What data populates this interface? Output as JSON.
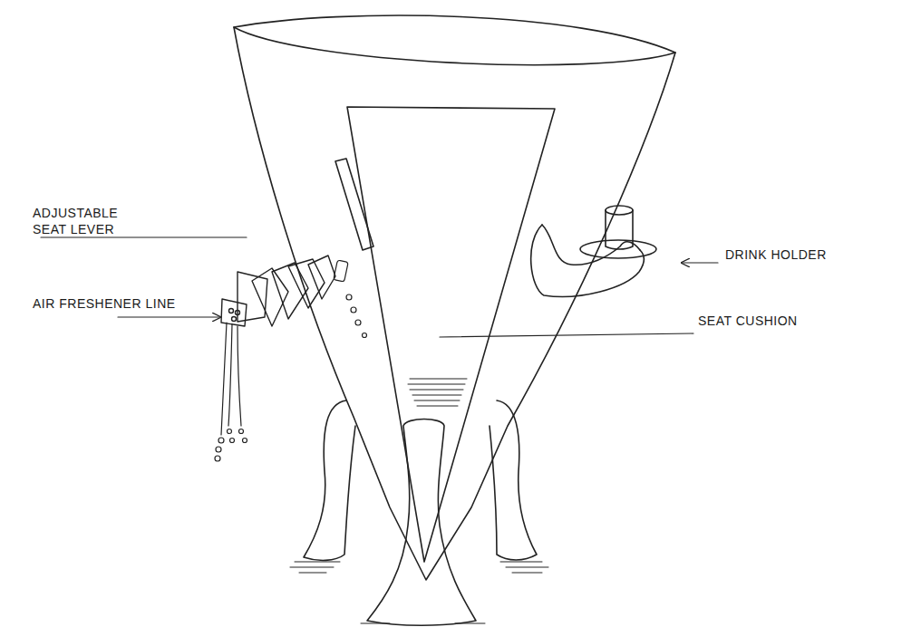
{
  "diagram": {
    "labels": [
      "ADJUSTABLE SEAT LEVER",
      "AIR FRESHENER LINE",
      "DRINK HOLDER",
      "SEAT CUSHION"
    ]
  }
}
